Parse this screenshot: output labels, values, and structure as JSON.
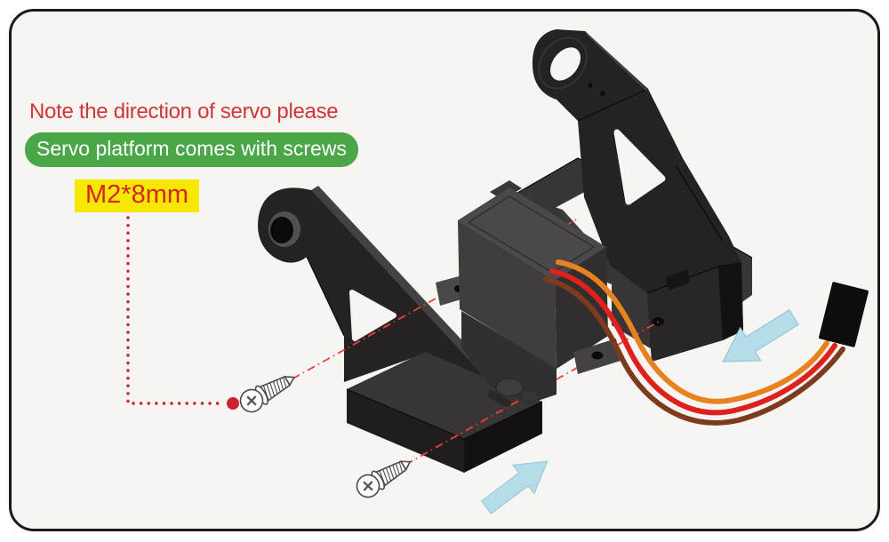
{
  "annotations": {
    "note": "Note the direction of servo please",
    "badge": "Servo platform comes with screws",
    "screw_spec": "M2*8mm"
  },
  "colors": {
    "bg": "#f7f5f1",
    "border": "#1b1b1b",
    "note": "#d23538",
    "badge": "#4aa748",
    "badgeText": "#ffffff",
    "m2bg": "#f6e800",
    "m2fg": "#d42424",
    "leader": "#cb2133",
    "axis": "#ee4040",
    "arrow": "#b4dce9",
    "arrowEdge": "#93c7d9",
    "wireOrange": "#e8821f",
    "wireRed": "#e0201c",
    "wireBrown": "#7d3b1e",
    "bracket": "#262223",
    "bracketLight": "#393536",
    "bracketDark": "#131011",
    "servoTop": "#4c4849",
    "servoLeft": "#413d3e",
    "servoRight": "#322e2f",
    "connector": "#0d0d0d",
    "screwLine": "#4b4b4b"
  },
  "diagram": {
    "parts": [
      "left-bracket-arm",
      "right-bracket-arm",
      "servo-platform-base",
      "servo-motor",
      "servo-cable",
      "cable-connector",
      "mounting-screw-1",
      "mounting-screw-2"
    ],
    "screw_count": 2,
    "wire_colors": [
      "orange",
      "red",
      "brown"
    ],
    "arrow_directions": [
      "up-right",
      "down-left"
    ]
  }
}
